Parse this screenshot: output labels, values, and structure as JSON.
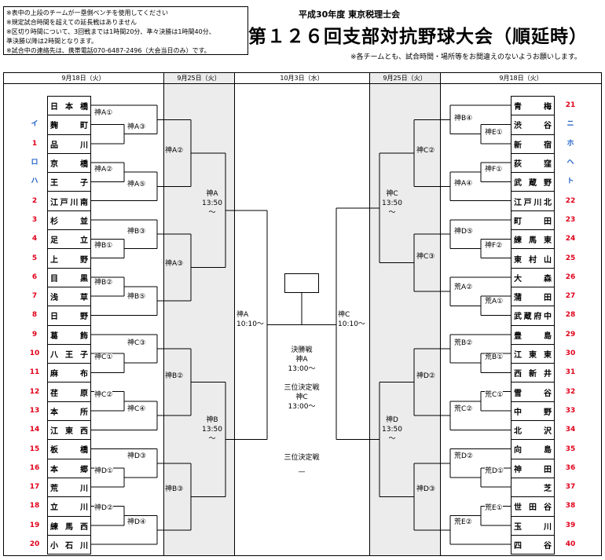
{
  "notes": [
    "※表中の上段のチームが一塁側ベンチを使用してください",
    "※規定試合時間を超えての延長戦はありません",
    "※区切り時間について、3回戦までは1時間20分、準々決勝は1時間40分、",
    "準決勝以降は2時間となります。",
    "※試合中の連絡先は、携帯電話070-6487-2496（大会当日のみ）です。"
  ],
  "organizer": "平成30年度 東京税理士会",
  "title": "第１２６回支部対抗野球大会（順延時）",
  "note_right": "※各チームとも、試合時間・場所等をお間違えのないようお願いします。",
  "dates": {
    "left_r1": "9月18日（火）",
    "left_r2": "9月25日（火）",
    "center": "10月3日（水）",
    "right_r2": "9月25日（火）",
    "right_r1": "9月18日（火）"
  },
  "left_teams": [
    {
      "name": "日本橋",
      "num": "",
      "color": "red"
    },
    {
      "name": "麹町",
      "num": "イ",
      "color": "blue"
    },
    {
      "name": "品川",
      "num": "1",
      "color": "red"
    },
    {
      "name": "京橋",
      "num": "ロ",
      "color": "blue"
    },
    {
      "name": "王子",
      "num": "ハ",
      "color": "blue"
    },
    {
      "name": "江戸川南",
      "num": "2",
      "color": "red"
    },
    {
      "name": "杉並",
      "num": "3",
      "color": "red"
    },
    {
      "name": "足立",
      "num": "4",
      "color": "red"
    },
    {
      "name": "上野",
      "num": "5",
      "color": "red"
    },
    {
      "name": "目黒",
      "num": "6",
      "color": "red"
    },
    {
      "name": "浅草",
      "num": "7",
      "color": "red"
    },
    {
      "name": "日野",
      "num": "8",
      "color": "red"
    },
    {
      "name": "葛飾",
      "num": "9",
      "color": "red"
    },
    {
      "name": "八王子",
      "num": "10",
      "color": "red"
    },
    {
      "name": "麻布",
      "num": "11",
      "color": "red"
    },
    {
      "name": "荏原",
      "num": "12",
      "color": "red"
    },
    {
      "name": "本所",
      "num": "13",
      "color": "red"
    },
    {
      "name": "江東西",
      "num": "14",
      "color": "red"
    },
    {
      "name": "板橋",
      "num": "15",
      "color": "red"
    },
    {
      "name": "本郷",
      "num": "16",
      "color": "red"
    },
    {
      "name": "荒川",
      "num": "17",
      "color": "red"
    },
    {
      "name": "立川",
      "num": "18",
      "color": "red"
    },
    {
      "name": "練馬西",
      "num": "19",
      "color": "red"
    },
    {
      "name": "小石川",
      "num": "20",
      "color": "red"
    }
  ],
  "right_teams": [
    {
      "name": "青梅",
      "num": "21",
      "color": "red"
    },
    {
      "name": "渋谷",
      "num": "ニ",
      "color": "blue"
    },
    {
      "name": "新宿",
      "num": "ホ",
      "color": "blue"
    },
    {
      "name": "荻窪",
      "num": "ヘ",
      "color": "blue"
    },
    {
      "name": "武蔵野",
      "num": "ト",
      "color": "blue"
    },
    {
      "name": "江戸川北",
      "num": "22",
      "color": "red"
    },
    {
      "name": "町田",
      "num": "23",
      "color": "red"
    },
    {
      "name": "練馬東",
      "num": "24",
      "color": "red"
    },
    {
      "name": "東村山",
      "num": "25",
      "color": "red"
    },
    {
      "name": "大森",
      "num": "26",
      "color": "red"
    },
    {
      "name": "蒲田",
      "num": "27",
      "color": "red"
    },
    {
      "name": "武蔵府中",
      "num": "28",
      "color": "red"
    },
    {
      "name": "豊島",
      "num": "29",
      "color": "red"
    },
    {
      "name": "江東東",
      "num": "30",
      "color": "red"
    },
    {
      "name": "西新井",
      "num": "31",
      "color": "red"
    },
    {
      "name": "雪谷",
      "num": "32",
      "color": "red"
    },
    {
      "name": "中野",
      "num": "33",
      "color": "red"
    },
    {
      "name": "北沢",
      "num": "34",
      "color": "red"
    },
    {
      "name": "向島",
      "num": "35",
      "color": "red"
    },
    {
      "name": "神田",
      "num": "36",
      "color": "red"
    },
    {
      "name": "芝",
      "num": "37",
      "color": "red"
    },
    {
      "name": "世田谷",
      "num": "38",
      "color": "red"
    },
    {
      "name": "玉川",
      "num": "39",
      "color": "red"
    },
    {
      "name": "四谷",
      "num": "40",
      "color": "red"
    }
  ],
  "games": {
    "kA1": "神A①",
    "kA2": "神A②",
    "kA3": "神A③",
    "kA5": "神A⑤",
    "kB1": "神B①",
    "kB2": "神B②",
    "kB3": "神B③",
    "kB5": "神B⑤",
    "kC1": "神C①",
    "kC2": "神C②",
    "kC3": "神C③",
    "kC4": "神C④",
    "kD1": "神D①",
    "kD2": "神D②",
    "kD3": "神D③",
    "kD4": "神D④",
    "l_kA2": "神A②",
    "l_kA3": "神A③",
    "l_kB2": "神B②",
    "l_kB3": "神B③",
    "kA_name": "神A",
    "kA_time": "13:50",
    "kB_name": "神B",
    "kB_time": "13:50",
    "semiA_name": "神A",
    "semiA_time": "10:10～",
    "kB4": "神B④",
    "kE1": "神E①",
    "kF1": "神F①",
    "kA4": "神A④",
    "kD5": "神D⑤",
    "kF2": "神F②",
    "aA2": "荒A②",
    "aA1": "荒A①",
    "aB2": "荒B②",
    "aB1": "荒B①",
    "aC1": "荒C①",
    "aC2": "荒C②",
    "aD2": "荒D②",
    "aD1": "荒D①",
    "aE1": "荒E①",
    "aE2": "荒E②",
    "r_kC2": "神C②",
    "r_kC3": "神C③",
    "r_kD2": "神D②",
    "r_kD3": "神D③",
    "kC_name": "神C",
    "kC_time": "13:50",
    "kD_name": "神D",
    "kD_time": "13:50",
    "semiC_name": "神C",
    "semiC_time": "10:10～",
    "tilde": "～"
  },
  "center": {
    "final_title": "決勝戦",
    "final_place": "神A",
    "final_time": "13:00～",
    "third_title": "三位決定戦",
    "third_place": "神C",
    "third_time": "13:00～",
    "third2_title": "三位決定戦",
    "third2_dash": "—"
  }
}
